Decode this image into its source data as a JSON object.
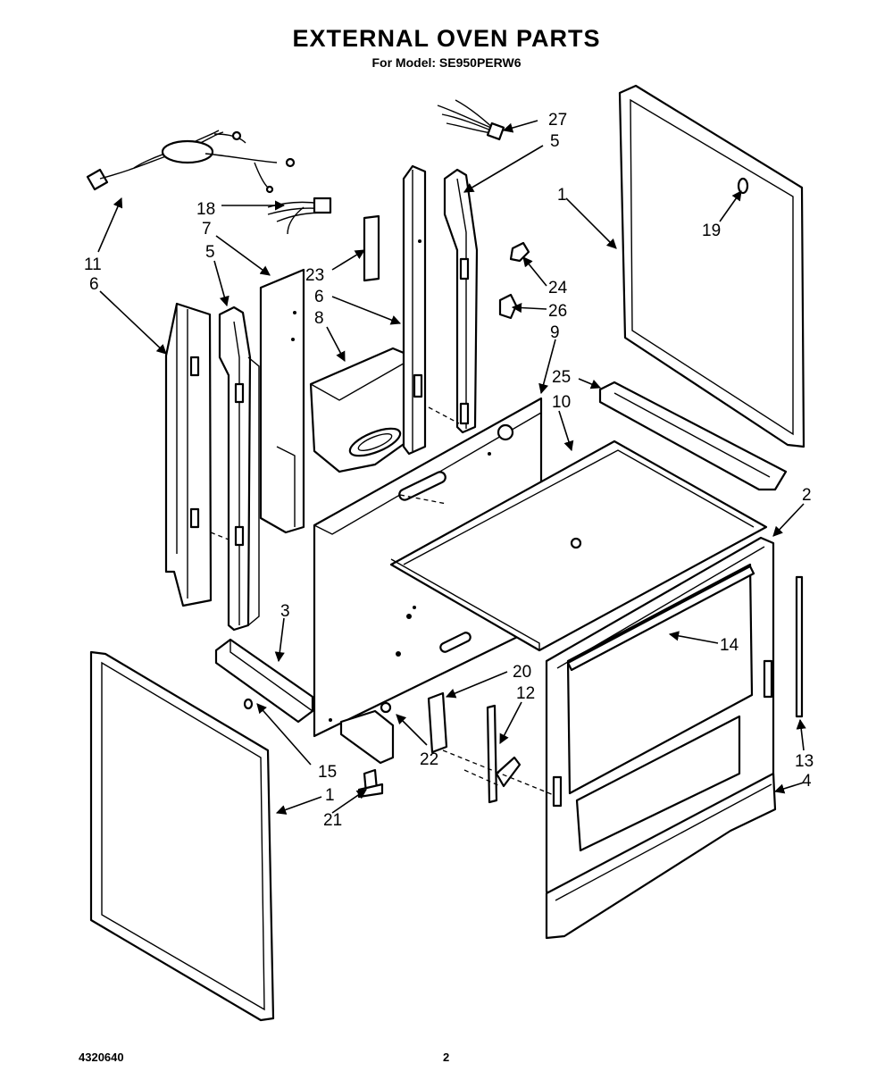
{
  "title": "EXTERNAL OVEN PARTS",
  "subtitle": "For Model: SE950PERW6",
  "footer": {
    "doc_number": "4320640",
    "page_number": "2"
  },
  "callouts": [
    "1",
    "1",
    "2",
    "3",
    "4",
    "5",
    "5",
    "6",
    "6",
    "7",
    "8",
    "9",
    "10",
    "11",
    "12",
    "13",
    "14",
    "15",
    "18",
    "19",
    "20",
    "21",
    "22",
    "23",
    "24",
    "25",
    "26",
    "27"
  ]
}
